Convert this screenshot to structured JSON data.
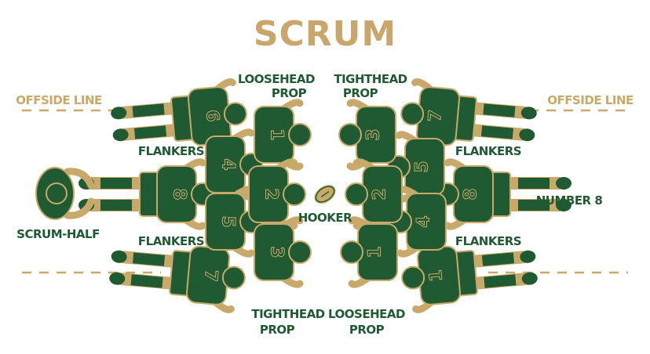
{
  "title": "SCRUM",
  "colors": {
    "green": "#1f5a32",
    "gold": "#c8a96a",
    "title": "#c9a66b"
  },
  "labels": {
    "offside_left": "OFFSIDE LINE",
    "offside_right": "OFFSIDE LINE",
    "loosehead_top": [
      "LOOSEHEAD",
      "PROP"
    ],
    "tighthead_top": [
      "TIGHTHEAD",
      "PROP"
    ],
    "flankers_tl": "FLANKERS",
    "flankers_bl": "FLANKERS",
    "flankers_tr": "FLANKERS",
    "flankers_br": "FLANKERS",
    "scrum_half": "SCRUM-HALF",
    "hooker": "HOOKER",
    "number8": "NUMBER 8",
    "tighthead_bottom": [
      "TIGHTHEAD",
      "PROP"
    ],
    "loosehead_bottom": [
      "LOOSEHEAD",
      "PROP"
    ]
  },
  "left_team": [
    "6",
    "1",
    "4",
    "8",
    "2",
    "5",
    "3",
    "7"
  ],
  "right_team": [
    "3",
    "7",
    "5",
    "8",
    "2",
    "4",
    "1",
    "1"
  ]
}
